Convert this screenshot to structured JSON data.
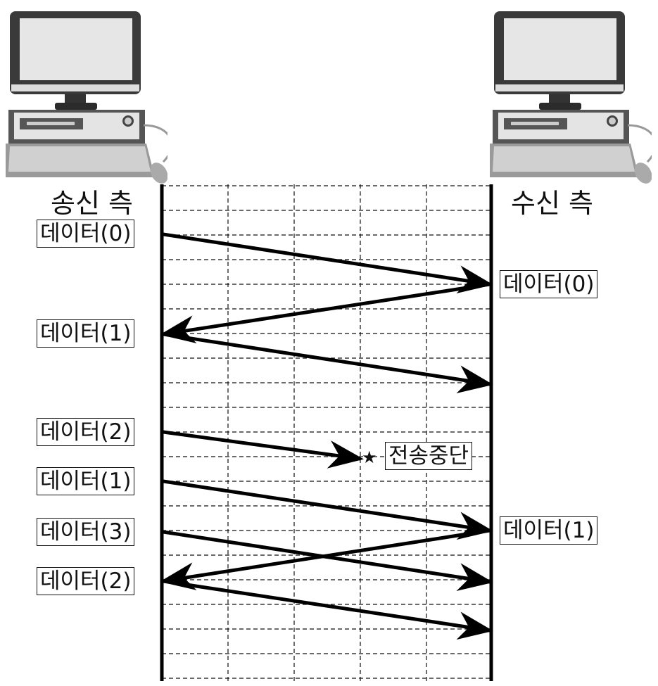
{
  "sender": {
    "title": "송신 측",
    "icon": "desktop-computer-icon"
  },
  "receiver": {
    "title": "수신 측",
    "icon": "desktop-computer-icon"
  },
  "sender_labels": [
    "데이터(0)",
    "데이터(1)",
    "데이터(2)",
    "데이터(1)",
    "데이터(3)",
    "데이터(2)"
  ],
  "receiver_labels": [
    "데이터(0)",
    "데이터(1)"
  ],
  "stop_label": "전송중단",
  "stop_icon": "star-icon"
}
